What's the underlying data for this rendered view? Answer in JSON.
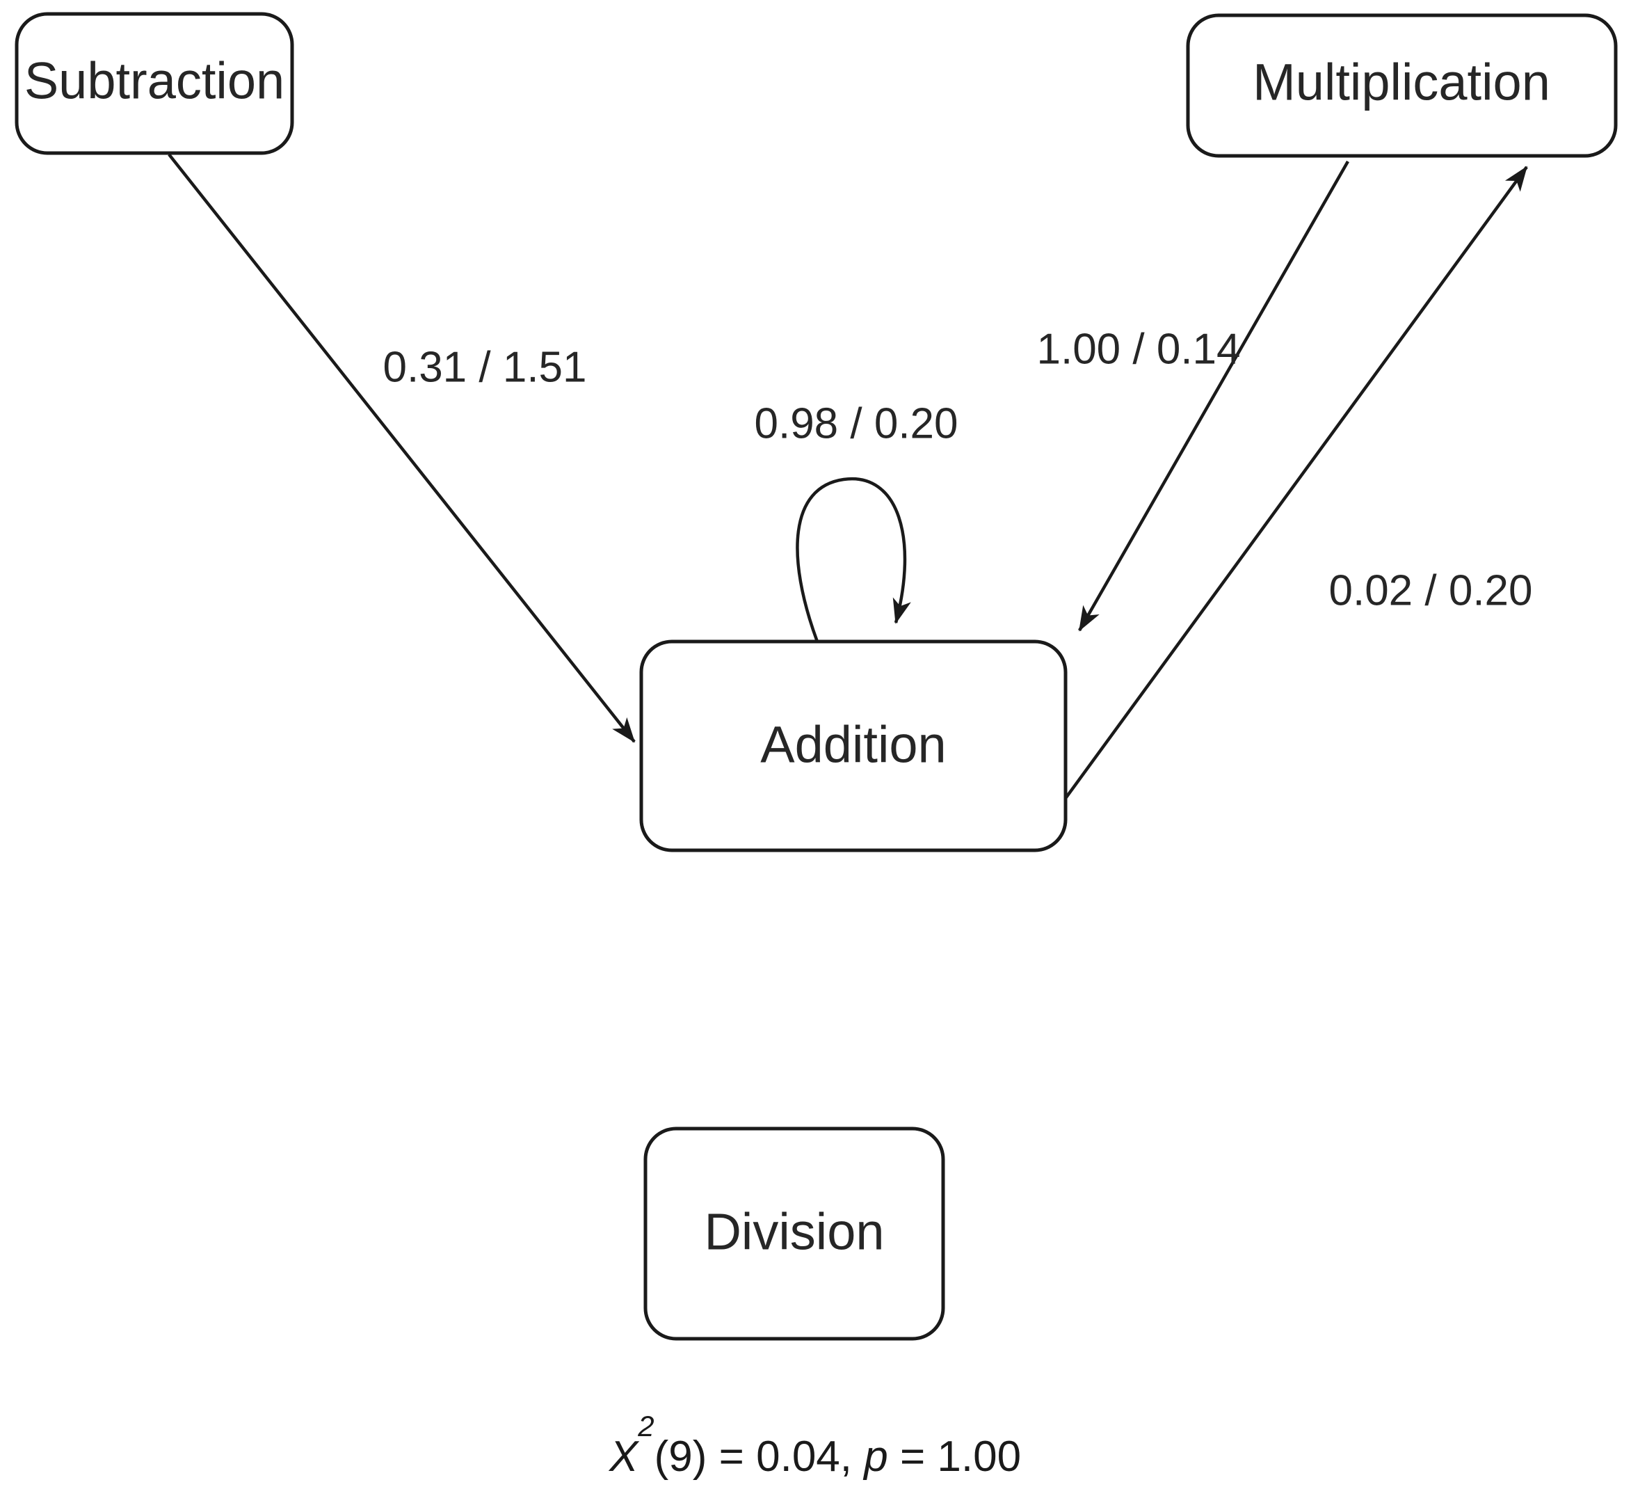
{
  "diagram": {
    "type": "path-diagram",
    "background_color": "#ffffff",
    "stroke_color": "#1a1a1a",
    "text_color": "#262626",
    "nodes": [
      {
        "id": "subtraction",
        "label": "Subtraction"
      },
      {
        "id": "multiplication",
        "label": "Multiplication"
      },
      {
        "id": "addition",
        "label": "Addition"
      },
      {
        "id": "division",
        "label": "Division"
      }
    ],
    "edges": [
      {
        "id": "subtraction-to-addition",
        "from": "subtraction",
        "to": "addition",
        "label": "0.31 / 1.51"
      },
      {
        "id": "addition-self-loop",
        "from": "addition",
        "to": "addition",
        "label": "0.98 / 0.20"
      },
      {
        "id": "multiplication-to-addition",
        "from": "multiplication",
        "to": "addition",
        "label": "1.00 / 0.14"
      },
      {
        "id": "addition-to-multiplication",
        "from": "addition",
        "to": "multiplication",
        "label": "0.02 / 0.20"
      }
    ],
    "fit_statistic": {
      "symbol": "X",
      "superscript": "2",
      "df": "(9)",
      "equals_1": " = ",
      "chi_value": "0.04",
      "separator": ", ",
      "p_symbol": "p",
      "equals_2": " = ",
      "p_value": "1.00",
      "full_text": "X2(9) = 0.04, p = 1.00"
    }
  }
}
